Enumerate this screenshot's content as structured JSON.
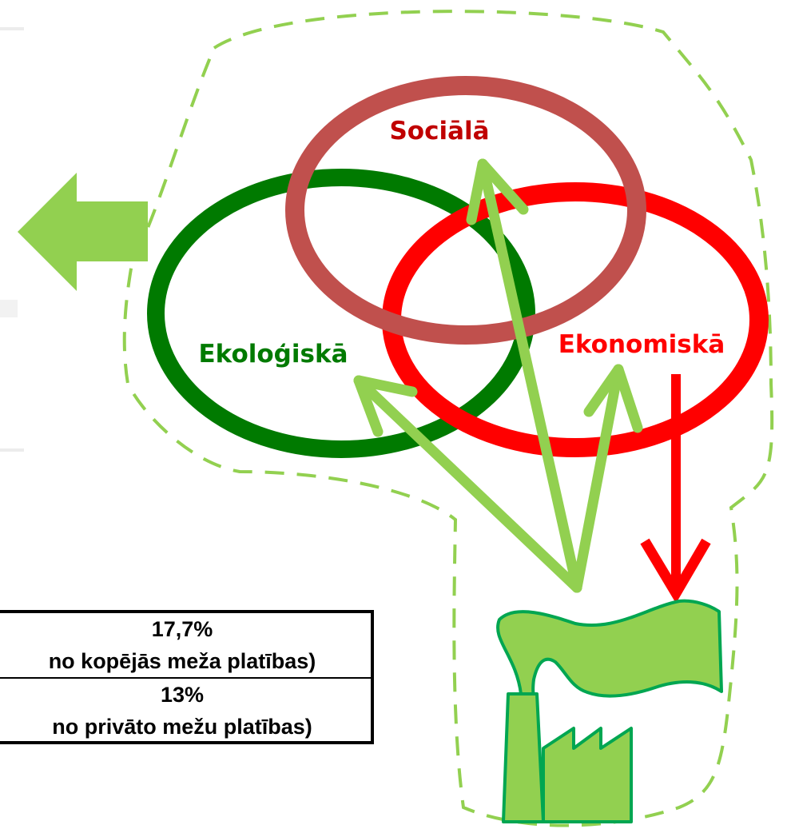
{
  "diagram": {
    "circles": {
      "ecological": {
        "label": "Ekoloģiskā",
        "color": "#007a00"
      },
      "social": {
        "label": "Sociālā",
        "color": "#c0504d",
        "label_color": "#c00000"
      },
      "economic": {
        "label": "Ekonomiskā",
        "color": "#ff0000"
      }
    },
    "accent_color": "#92d050",
    "outline_color": "#00a651",
    "boundary_style": "dashed"
  },
  "stats_table": {
    "rows": [
      {
        "value": "17,7%",
        "description": "no kopējās meža platības)"
      },
      {
        "value": "13%",
        "description": "no privāto mežu platības)"
      }
    ]
  }
}
